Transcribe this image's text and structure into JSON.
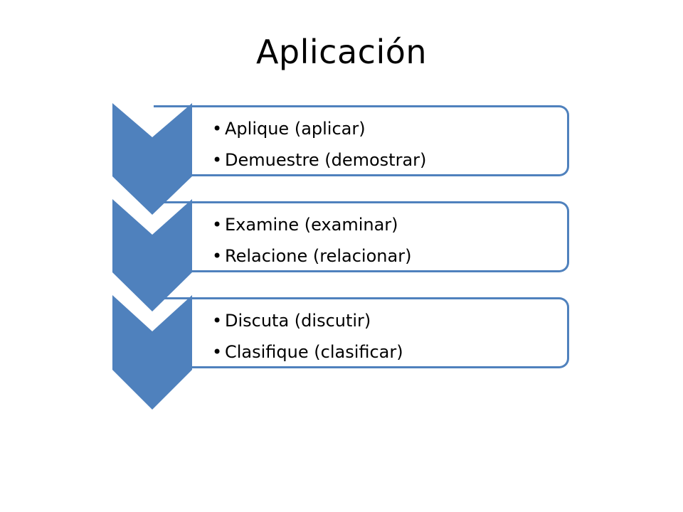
{
  "title": "Aplicación",
  "steps": [
    {
      "items": [
        "Aplique (aplicar)",
        "Demuestre (demostrar)"
      ]
    },
    {
      "items": [
        "Examine (examinar)",
        "Relacione (relacionar)"
      ]
    },
    {
      "items": [
        "Discuta (discutir)",
        "Clasifique (clasificar)"
      ]
    }
  ],
  "colors": {
    "accent": "#4f81bd",
    "text": "#000000",
    "background": "#ffffff"
  },
  "bullet_glyph": "•"
}
